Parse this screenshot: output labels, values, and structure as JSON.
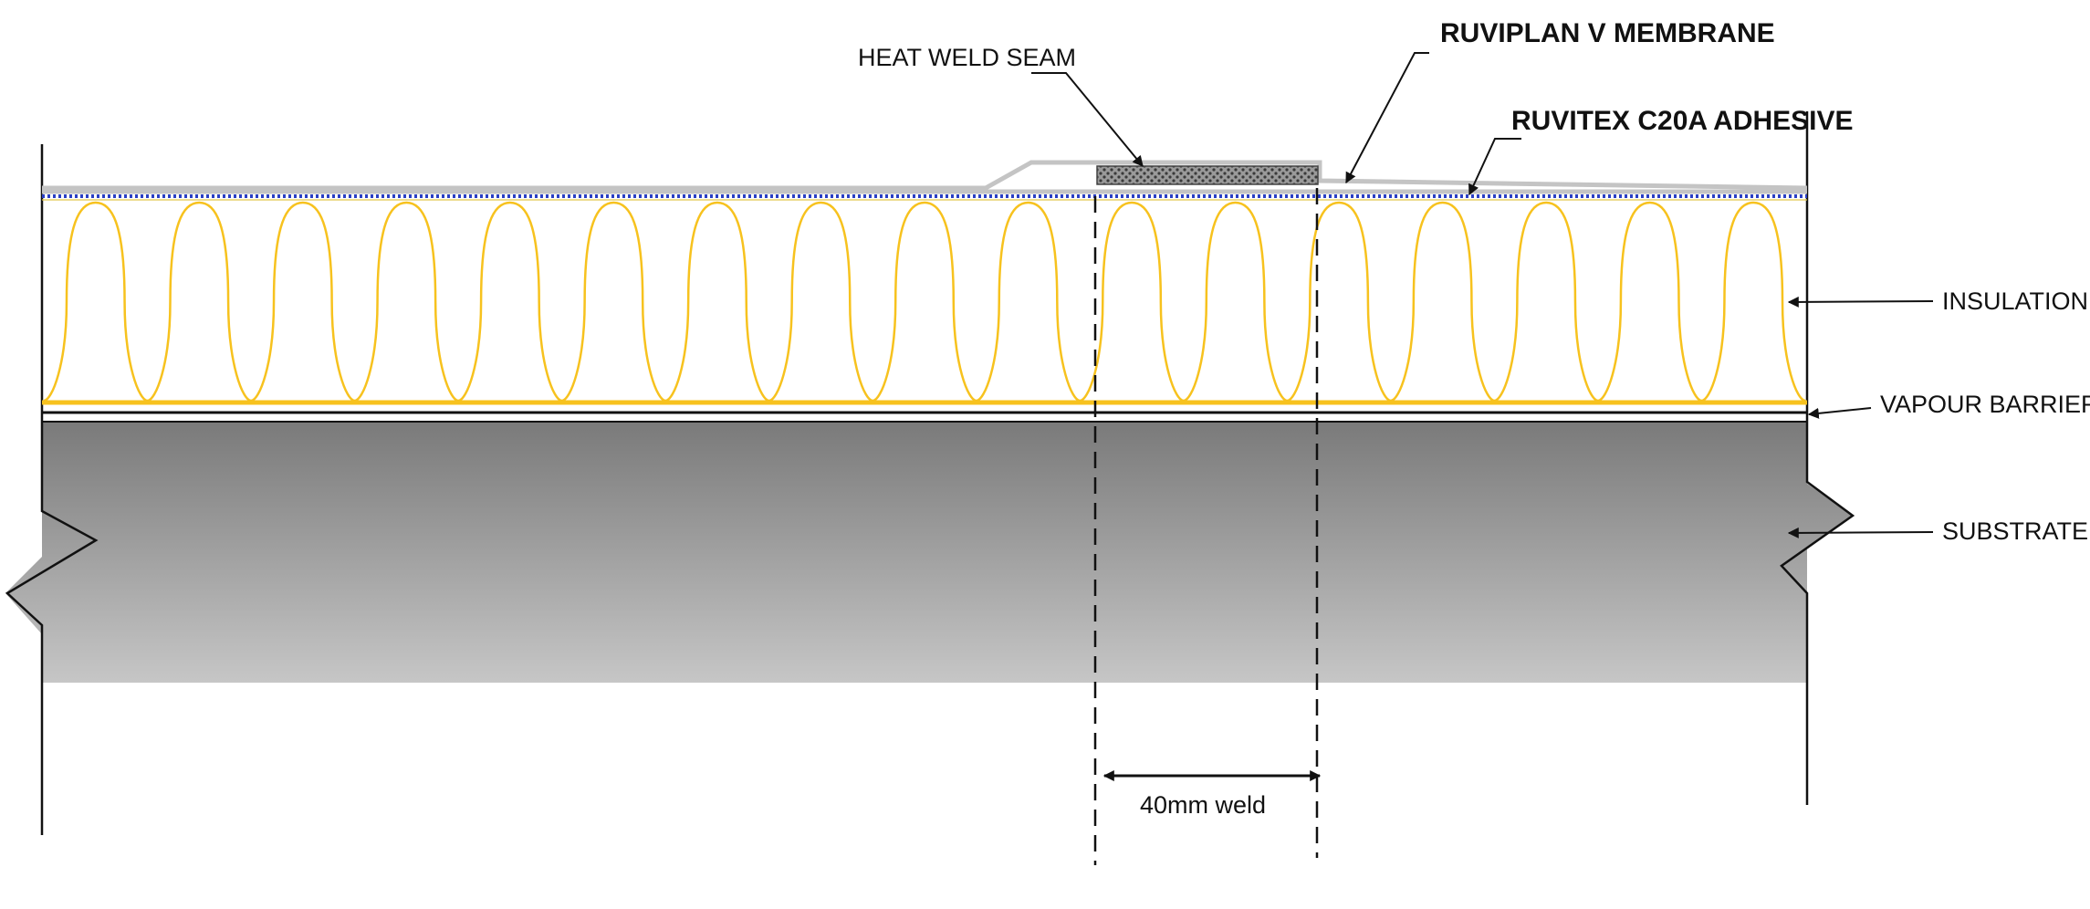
{
  "labels": {
    "heat_weld_seam": "HEAT WELD SEAM",
    "membrane": "RUVIPLAN V MEMBRANE",
    "adhesive": "RUVITEX C20A ADHESIVE",
    "insulation": "INSULATION",
    "vapour_barrier": "VAPOUR  BARRIER",
    "substrate": "SUBSTRATE",
    "weld_width": "40mm weld"
  },
  "colors": {
    "insulation_yellow": "#f7c21e",
    "adhesive_dots": "#2a3fc4",
    "membrane_grey": "#c4c4c4",
    "substrate_dark": "#7d7d7d",
    "substrate_light": "#c4c4c4",
    "line": "#111111"
  }
}
